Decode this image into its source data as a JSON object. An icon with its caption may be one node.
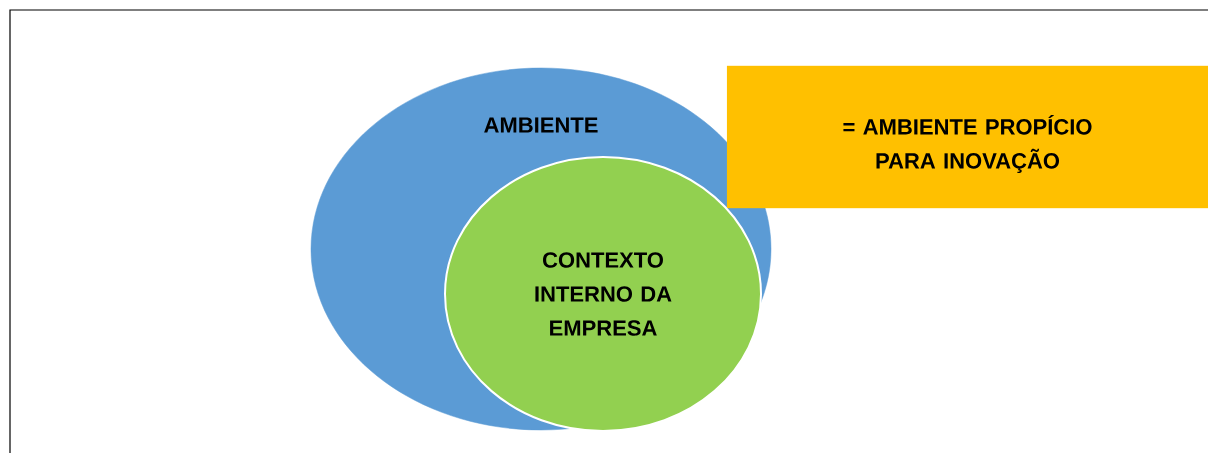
{
  "diagram": {
    "nodes": [
      {
        "text": [
          "AMBIENTE"
        ]
      },
      {
        "text": [
          "CONTEXTO INTERNO DA EMPRESA"
        ],
        "in": 0
      },
      {
        "text": [
          "= AMBIENTE PROPÍCIO PARA INOVAÇÃO"
        ]
      }
    ]
  }
}
